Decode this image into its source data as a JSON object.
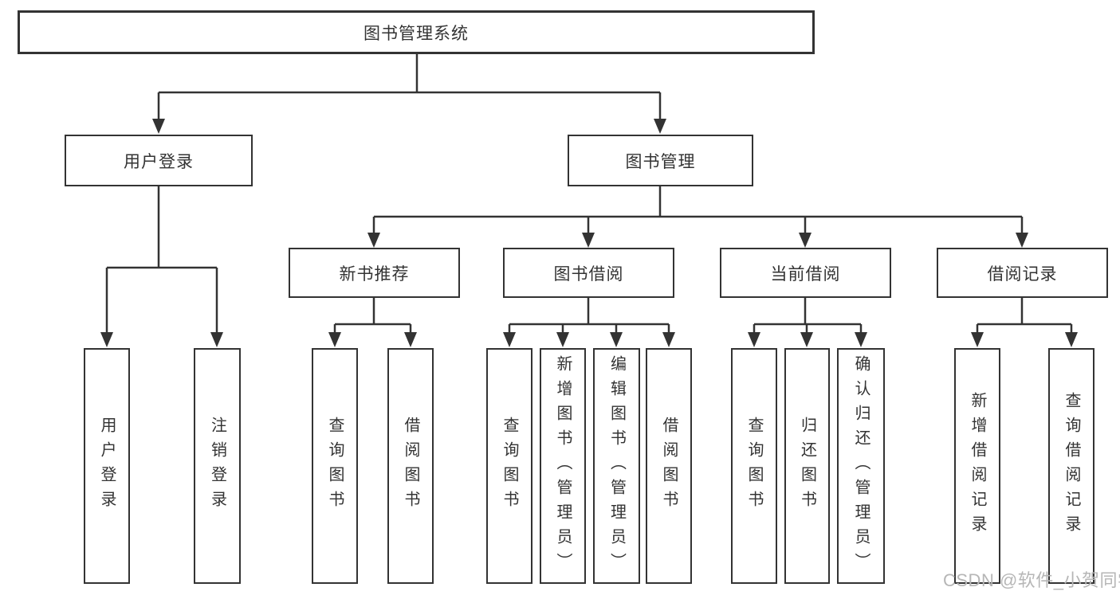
{
  "tree": {
    "label": "图书管理系统",
    "children": [
      {
        "label": "用户登录",
        "children": [
          {
            "label": "用户登录"
          },
          {
            "label": "注销登录"
          }
        ]
      },
      {
        "label": "图书管理",
        "children": [
          {
            "label": "新书推荐",
            "children": [
              {
                "label": "查询图书"
              },
              {
                "label": "借阅图书"
              }
            ]
          },
          {
            "label": "图书借阅",
            "children": [
              {
                "label": "查询图书"
              },
              {
                "label": "新增图书（管理员）"
              },
              {
                "label": "编辑图书（管理员）"
              },
              {
                "label": "借阅图书"
              }
            ]
          },
          {
            "label": "当前借阅",
            "children": [
              {
                "label": "查询图书"
              },
              {
                "label": "归还图书"
              },
              {
                "label": "确认归还（管理员）"
              }
            ]
          },
          {
            "label": "借阅记录",
            "children": [
              {
                "label": "新增借阅记录"
              },
              {
                "label": "查询借阅记录"
              }
            ]
          }
        ]
      }
    ]
  },
  "watermark": {
    "text": "CSDN @软件_小贺同学"
  },
  "colors": {
    "line": "#333333",
    "box_border": "#333333",
    "box_fill": "#ffffff",
    "text": "#333333",
    "watermark": "#b6b6b6",
    "background": "#ffffff"
  }
}
